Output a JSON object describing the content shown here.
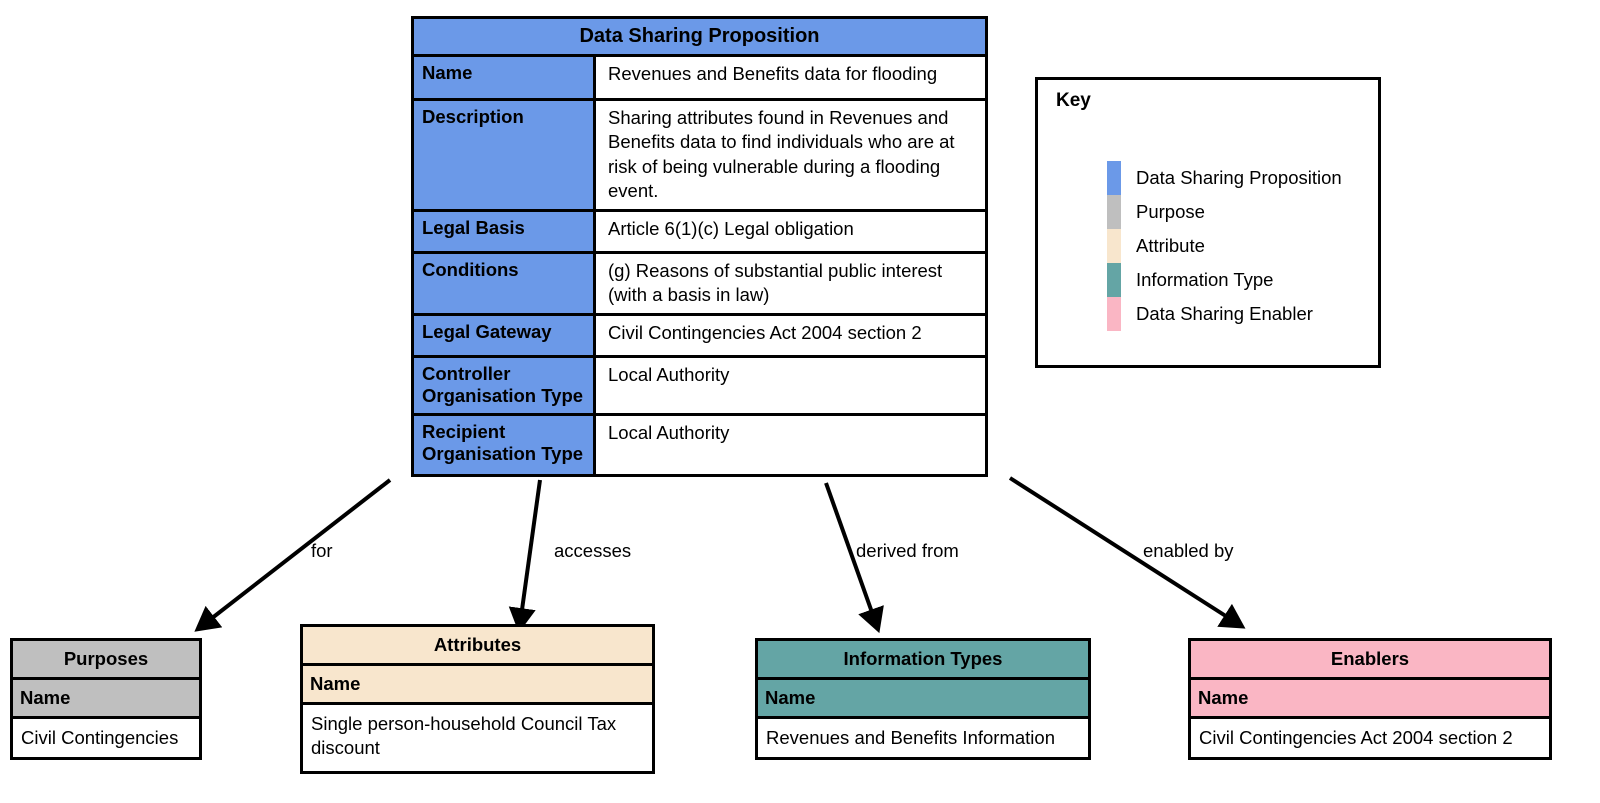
{
  "colors": {
    "proposition": "#6b99e8",
    "purpose": "#bfbfbf",
    "attribute": "#f8e6cd",
    "information_type": "#64a5a5",
    "enabler": "#fab6c4",
    "border": "#000000",
    "background": "#ffffff"
  },
  "proposition": {
    "title": "Data Sharing Proposition",
    "rows": [
      {
        "label": "Name",
        "value": "Revenues and Benefits data for flooding"
      },
      {
        "label": "Description",
        "value": "Sharing attributes found in Revenues and Benefits data to find individuals who are at risk of being vulnerable during a flooding event."
      },
      {
        "label": "Legal Basis",
        "value": "Article 6(1)(c) Legal obligation"
      },
      {
        "label": "Conditions",
        "value": "(g) Reasons of substantial public interest (with a basis in law)"
      },
      {
        "label": "Legal Gateway",
        "value": "Civil Contingencies Act 2004 section 2"
      },
      {
        "label": "Controller Organisation Type",
        "value": "Local Authority"
      },
      {
        "label": "Recipient Organisation Type",
        "value": "Local Authority"
      }
    ]
  },
  "key": {
    "title": "Key",
    "items": [
      {
        "label": "Data Sharing Proposition",
        "color": "#6b99e8"
      },
      {
        "label": "Purpose",
        "color": "#bfbfbf"
      },
      {
        "label": "Attribute",
        "color": "#f8e6cd"
      },
      {
        "label": "Information Type",
        "color": "#64a5a5"
      },
      {
        "label": "Data Sharing Enabler",
        "color": "#fab6c4"
      }
    ]
  },
  "entities": {
    "purposes": {
      "title": "Purposes",
      "row_label": "Name",
      "value": "Civil Contingencies"
    },
    "attributes": {
      "title": "Attributes",
      "row_label": "Name",
      "value": "Single person-household Council Tax discount"
    },
    "information_types": {
      "title": "Information Types",
      "row_label": "Name",
      "value": "Revenues and Benefits Information"
    },
    "enablers": {
      "title": "Enablers",
      "row_label": "Name",
      "value": "Civil Contingencies Act 2004 section 2"
    }
  },
  "edges": [
    {
      "label": "for"
    },
    {
      "label": "accesses"
    },
    {
      "label": "derived from"
    },
    {
      "label": "enabled by"
    }
  ]
}
